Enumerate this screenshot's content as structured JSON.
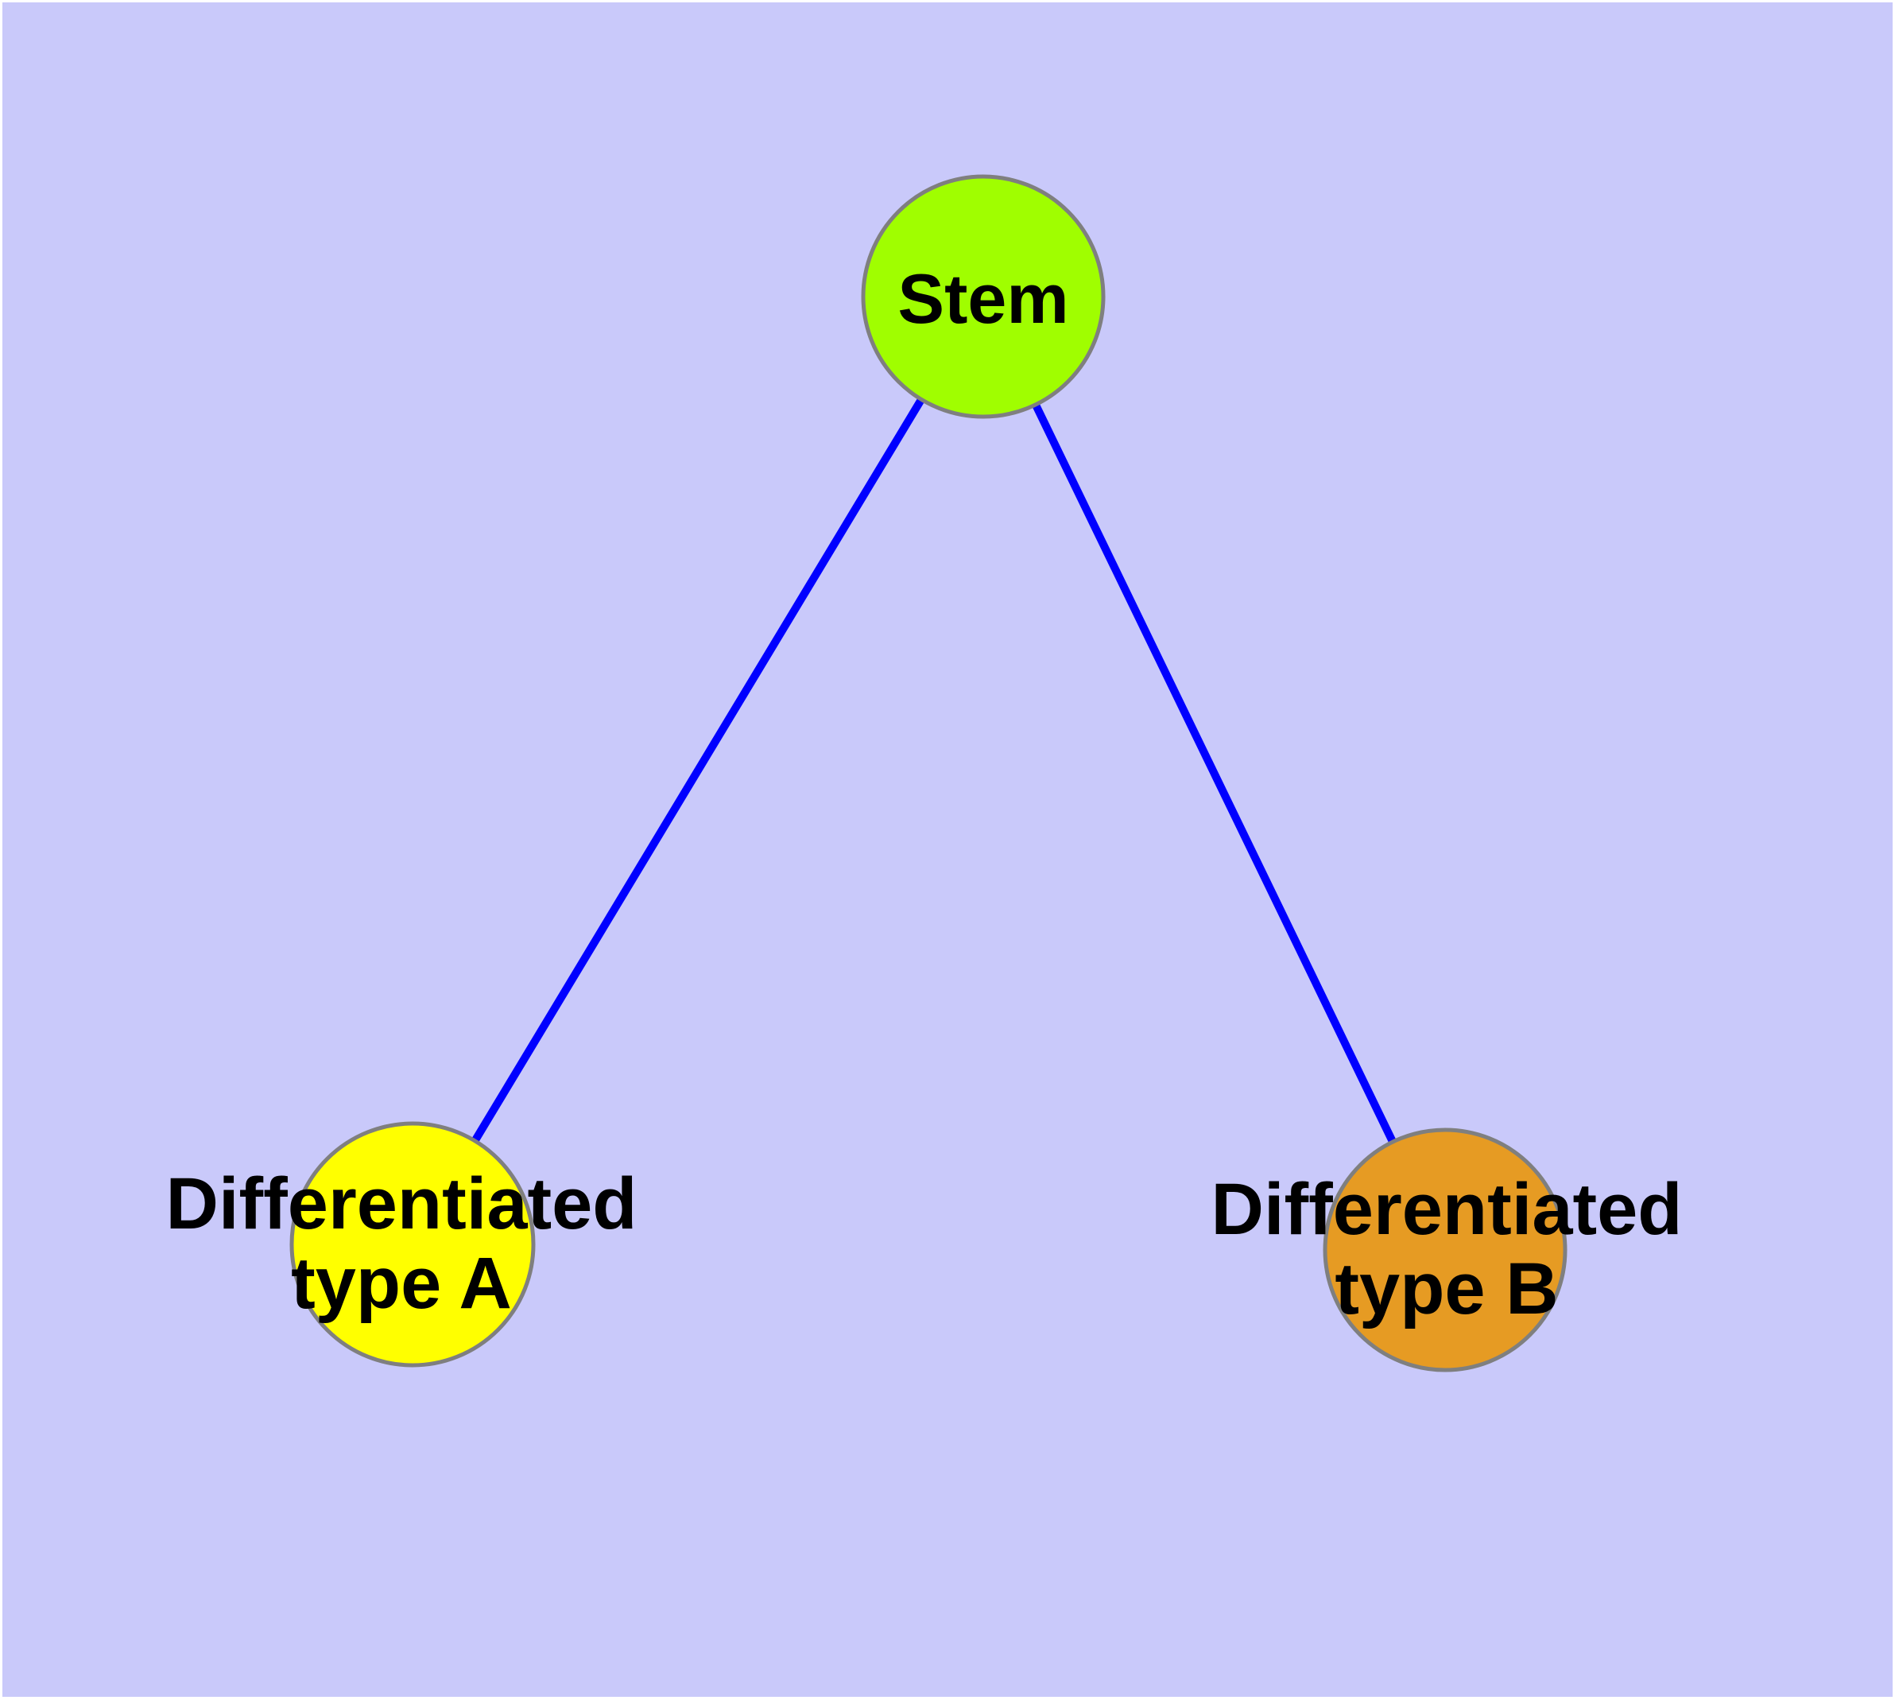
{
  "diagram": {
    "type": "node-link-graph",
    "nodes": [
      {
        "id": "stem",
        "label": "Stem",
        "line1": "Stem",
        "line2": "",
        "fill": "#A0FE00"
      },
      {
        "id": "diff-a",
        "label": "Differentiated type A",
        "line1": "Differentiated",
        "line2": "type A",
        "fill": "#FFFF00"
      },
      {
        "id": "diff-b",
        "label": "Differentiated type B",
        "line1": "Differentiated",
        "line2": "type B",
        "fill": "#E69B23"
      }
    ],
    "edges": [
      {
        "from": "Stem",
        "to": "Differentiated type A"
      },
      {
        "from": "Stem",
        "to": "Differentiated type B"
      }
    ]
  },
  "colors": {
    "background": "#C9C9FA",
    "frame": "#FFFFFF",
    "edge": "#0000FF",
    "node_border": "#7F7F7F",
    "text": "#000000"
  }
}
